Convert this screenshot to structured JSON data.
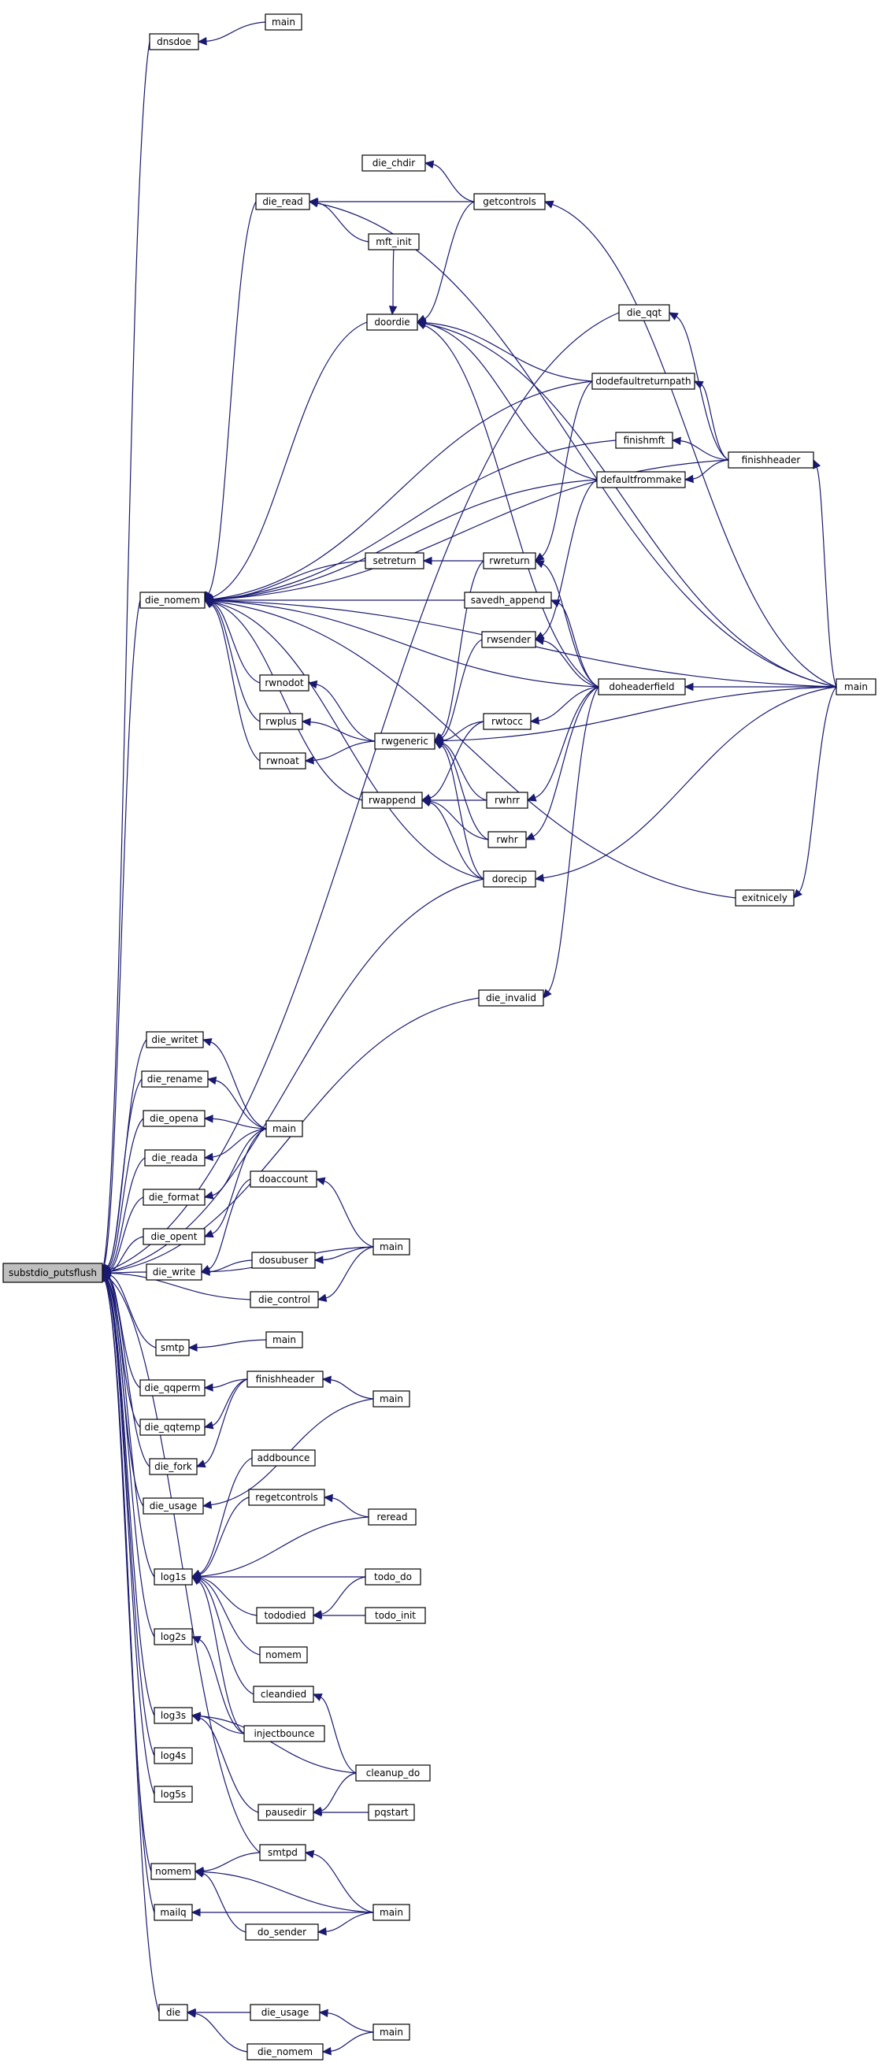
{
  "graph": {
    "nodes": [
      {
        "id": "root",
        "label": "substdio_putsflush",
        "root": true
      },
      {
        "id": "n_dnsdoe",
        "label": "dnsdoe"
      },
      {
        "id": "n_main_dns",
        "label": "main"
      },
      {
        "id": "n_die_chdir",
        "label": "die_chdir"
      },
      {
        "id": "n_die_read",
        "label": "die_read"
      },
      {
        "id": "n_getcontrols",
        "label": "getcontrols"
      },
      {
        "id": "n_mft_init",
        "label": "mft_init"
      },
      {
        "id": "n_doordie",
        "label": "doordie"
      },
      {
        "id": "n_die_qqt",
        "label": "die_qqt"
      },
      {
        "id": "n_dodefaultreturnpath",
        "label": "dodefaultreturnpath"
      },
      {
        "id": "n_finishmft",
        "label": "finishmft"
      },
      {
        "id": "n_defaultfrommake",
        "label": "defaultfrommake"
      },
      {
        "id": "n_finishheader_top",
        "label": "finishheader"
      },
      {
        "id": "n_setreturn",
        "label": "setreturn"
      },
      {
        "id": "n_rwreturn",
        "label": "rwreturn"
      },
      {
        "id": "n_die_nomem",
        "label": "die_nomem"
      },
      {
        "id": "n_savedh_append",
        "label": "savedh_append"
      },
      {
        "id": "n_rwsender",
        "label": "rwsender"
      },
      {
        "id": "n_rwnodot",
        "label": "rwnodot"
      },
      {
        "id": "n_doheaderfield",
        "label": "doheaderfield"
      },
      {
        "id": "n_main_big",
        "label": "main"
      },
      {
        "id": "n_rwplus",
        "label": "rwplus"
      },
      {
        "id": "n_rwgeneric",
        "label": "rwgeneric"
      },
      {
        "id": "n_rwtocc",
        "label": "rwtocc"
      },
      {
        "id": "n_rwnoat",
        "label": "rwnoat"
      },
      {
        "id": "n_rwappend",
        "label": "rwappend"
      },
      {
        "id": "n_rwhrr",
        "label": "rwhrr"
      },
      {
        "id": "n_rwhr",
        "label": "rwhr"
      },
      {
        "id": "n_dorecip",
        "label": "dorecip"
      },
      {
        "id": "n_exitnicely",
        "label": "exitnicely"
      },
      {
        "id": "n_die_invalid",
        "label": "die_invalid"
      },
      {
        "id": "n_die_write",
        "label": "die_writet"
      },
      {
        "id": "n_die_rename",
        "label": "die_rename"
      },
      {
        "id": "n_die_opena",
        "label": "die_opena"
      },
      {
        "id": "n_main_die",
        "label": "main"
      },
      {
        "id": "n_die_reada",
        "label": "die_reada"
      },
      {
        "id": "n_die_format",
        "label": "die_format"
      },
      {
        "id": "n_doaccount",
        "label": "doaccount"
      },
      {
        "id": "n_die_opent",
        "label": "die_opent"
      },
      {
        "id": "n_main_acct",
        "label": "main"
      },
      {
        "id": "n_die_write2",
        "label": "die_write"
      },
      {
        "id": "n_dosubuser",
        "label": "dosubuser"
      },
      {
        "id": "n_die_control",
        "label": "die_control"
      },
      {
        "id": "n_smtp",
        "label": "smtp"
      },
      {
        "id": "n_main_smtp",
        "label": "main"
      },
      {
        "id": "n_die_qqperm",
        "label": "die_qqperm"
      },
      {
        "id": "n_finishheader_b",
        "label": "finishheader"
      },
      {
        "id": "n_main_fh",
        "label": "main"
      },
      {
        "id": "n_die_qqtemp",
        "label": "die_qqtemp"
      },
      {
        "id": "n_die_fork",
        "label": "die_fork"
      },
      {
        "id": "n_addbounce",
        "label": "addbounce"
      },
      {
        "id": "n_die_usage",
        "label": "die_usage"
      },
      {
        "id": "n_regetcontrols",
        "label": "regetcontrols"
      },
      {
        "id": "n_reread",
        "label": "reread"
      },
      {
        "id": "n_log1s",
        "label": "log1s"
      },
      {
        "id": "n_todo_do",
        "label": "todo_do"
      },
      {
        "id": "n_tododied",
        "label": "tododied"
      },
      {
        "id": "n_todo_init",
        "label": "todo_init"
      },
      {
        "id": "n_log2s",
        "label": "log2s"
      },
      {
        "id": "n_nomem_n",
        "label": "nomem"
      },
      {
        "id": "n_cleandied",
        "label": "cleandied"
      },
      {
        "id": "n_log3s",
        "label": "log3s"
      },
      {
        "id": "n_injectbounce",
        "label": "injectbounce"
      },
      {
        "id": "n_cleanup_do",
        "label": "cleanup_do"
      },
      {
        "id": "n_log4s",
        "label": "log4s"
      },
      {
        "id": "n_pausedir",
        "label": "pausedir"
      },
      {
        "id": "n_pqstart",
        "label": "pqstart"
      },
      {
        "id": "n_log5s",
        "label": "log5s"
      },
      {
        "id": "n_smtpd",
        "label": "smtpd"
      },
      {
        "id": "n_nomem",
        "label": "nomem"
      },
      {
        "id": "n_main_sm",
        "label": "main"
      },
      {
        "id": "n_mailq",
        "label": "mailq"
      },
      {
        "id": "n_do_sender",
        "label": "do_sender"
      },
      {
        "id": "n_die",
        "label": "die"
      },
      {
        "id": "n_die_usage2",
        "label": "die_usage"
      },
      {
        "id": "n_main_last",
        "label": "main"
      },
      {
        "id": "n_die_nomem2",
        "label": "die_nomem"
      }
    ],
    "edges": [
      [
        "root",
        "n_dnsdoe"
      ],
      [
        "n_dnsdoe",
        "n_main_dns"
      ],
      [
        "root",
        "n_die_nomem"
      ],
      [
        "n_die_nomem",
        "n_die_read"
      ],
      [
        "n_die_read",
        "n_getcontrols"
      ],
      [
        "n_die_read",
        "n_mft_init"
      ],
      [
        "n_die_chdir",
        "n_getcontrols"
      ],
      [
        "n_die_nomem",
        "n_doordie"
      ],
      [
        "n_doordie",
        "n_getcontrols"
      ],
      [
        "n_doordie",
        "n_mft_init"
      ],
      [
        "n_doordie",
        "n_dodefaultreturnpath"
      ],
      [
        "n_doordie",
        "n_defaultfrommake"
      ],
      [
        "n_doordie",
        "n_doheaderfield"
      ],
      [
        "n_doordie",
        "n_main_big"
      ],
      [
        "root",
        "n_die_qqt"
      ],
      [
        "n_die_qqt",
        "n_finishheader_top"
      ],
      [
        "n_die_nomem",
        "n_dodefaultreturnpath"
      ],
      [
        "n_dodefaultreturnpath",
        "n_finishheader_top"
      ],
      [
        "n_die_nomem",
        "n_finishmft"
      ],
      [
        "n_finishmft",
        "n_finishheader_top"
      ],
      [
        "n_die_nomem",
        "n_defaultfrommake"
      ],
      [
        "n_defaultfrommake",
        "n_finishheader_top"
      ],
      [
        "n_die_nomem",
        "n_finishheader_top"
      ],
      [
        "n_finishheader_top",
        "n_main_big"
      ],
      [
        "n_getcontrols",
        "n_main_big"
      ],
      [
        "n_die_read",
        "n_main_big"
      ],
      [
        "n_die_nomem",
        "n_setreturn"
      ],
      [
        "n_setreturn",
        "n_rwreturn"
      ],
      [
        "n_rwreturn",
        "n_dodefaultreturnpath"
      ],
      [
        "n_rwreturn",
        "n_doheaderfield"
      ],
      [
        "n_die_nomem",
        "n_savedh_append"
      ],
      [
        "n_savedh_append",
        "n_doheaderfield"
      ],
      [
        "n_rwsender",
        "n_defaultfrommake"
      ],
      [
        "n_rwsender",
        "n_doheaderfield"
      ],
      [
        "n_die_nomem",
        "n_doheaderfield"
      ],
      [
        "n_doheaderfield",
        "n_main_big"
      ],
      [
        "n_die_nomem",
        "n_rwnodot"
      ],
      [
        "n_rwnodot",
        "n_rwgeneric"
      ],
      [
        "n_die_nomem",
        "n_rwplus"
      ],
      [
        "n_rwplus",
        "n_rwgeneric"
      ],
      [
        "n_die_nomem",
        "n_rwnoat"
      ],
      [
        "n_rwnoat",
        "n_rwgeneric"
      ],
      [
        "n_rwgeneric",
        "n_rwreturn"
      ],
      [
        "n_rwgeneric",
        "n_rwsender"
      ],
      [
        "n_rwgeneric",
        "n_rwtocc"
      ],
      [
        "n_rwgeneric",
        "n_rwhrr"
      ],
      [
        "n_rwgeneric",
        "n_rwhr"
      ],
      [
        "n_rwgeneric",
        "n_dorecip"
      ],
      [
        "n_rwgeneric",
        "n_main_big"
      ],
      [
        "n_rwtocc",
        "n_doheaderfield"
      ],
      [
        "n_die_nomem",
        "n_rwappend"
      ],
      [
        "n_rwappend",
        "n_rwtocc"
      ],
      [
        "n_rwappend",
        "n_rwhrr"
      ],
      [
        "n_rwappend",
        "n_rwhr"
      ],
      [
        "n_rwappend",
        "n_dorecip"
      ],
      [
        "n_rwhrr",
        "n_doheaderfield"
      ],
      [
        "n_rwhr",
        "n_doheaderfield"
      ],
      [
        "n_die_nomem",
        "n_dorecip"
      ],
      [
        "n_dorecip",
        "n_main_big"
      ],
      [
        "n_die_nomem",
        "n_exitnicely"
      ],
      [
        "n_exitnicely",
        "n_main_big"
      ],
      [
        "n_die_nomem",
        "n_main_big"
      ],
      [
        "root",
        "n_dorecip"
      ],
      [
        "root",
        "n_die_invalid"
      ],
      [
        "n_die_invalid",
        "n_doheaderfield"
      ],
      [
        "root",
        "n_die_write"
      ],
      [
        "n_die_write",
        "n_main_die"
      ],
      [
        "root",
        "n_die_rename"
      ],
      [
        "n_die_rename",
        "n_main_die"
      ],
      [
        "root",
        "n_die_opena"
      ],
      [
        "n_die_opena",
        "n_main_die"
      ],
      [
        "root",
        "n_die_reada"
      ],
      [
        "n_die_reada",
        "n_main_die"
      ],
      [
        "root",
        "n_die_format"
      ],
      [
        "n_die_format",
        "n_main_die"
      ],
      [
        "root",
        "n_die_opent"
      ],
      [
        "n_die_opent",
        "n_main_die"
      ],
      [
        "root",
        "n_die_write2"
      ],
      [
        "n_die_write2",
        "n_doaccount"
      ],
      [
        "n_doaccount",
        "n_main_acct"
      ],
      [
        "n_die_write2",
        "n_dosubuser"
      ],
      [
        "n_dosubuser",
        "n_main_acct"
      ],
      [
        "n_die_write2",
        "n_main_acct"
      ],
      [
        "root",
        "n_die_control"
      ],
      [
        "n_die_control",
        "n_main_acct"
      ],
      [
        "root",
        "n_smtp"
      ],
      [
        "n_smtp",
        "n_main_smtp"
      ],
      [
        "root",
        "n_die_qqperm"
      ],
      [
        "n_die_qqperm",
        "n_finishheader_b"
      ],
      [
        "root",
        "n_die_qqtemp"
      ],
      [
        "n_die_qqtemp",
        "n_finishheader_b"
      ],
      [
        "n_finishheader_b",
        "n_main_fh"
      ],
      [
        "root",
        "n_die_fork"
      ],
      [
        "n_die_fork",
        "n_finishheader_b"
      ],
      [
        "root",
        "n_die_usage"
      ],
      [
        "n_die_usage",
        "n_main_fh"
      ],
      [
        "root",
        "n_log1s"
      ],
      [
        "n_log1s",
        "n_addbounce"
      ],
      [
        "n_log1s",
        "n_regetcontrols"
      ],
      [
        "n_log1s",
        "n_reread"
      ],
      [
        "n_regetcontrols",
        "n_reread"
      ],
      [
        "n_log1s",
        "n_todo_do"
      ],
      [
        "n_log1s",
        "n_tododied"
      ],
      [
        "n_tododied",
        "n_todo_do"
      ],
      [
        "n_tododied",
        "n_todo_init"
      ],
      [
        "n_log1s",
        "n_nomem_n"
      ],
      [
        "n_log1s",
        "n_cleandied"
      ],
      [
        "n_log1s",
        "n_injectbounce"
      ],
      [
        "root",
        "n_log2s"
      ],
      [
        "n_log2s",
        "n_injectbounce"
      ],
      [
        "root",
        "n_log3s"
      ],
      [
        "n_log3s",
        "n_injectbounce"
      ],
      [
        "n_log3s",
        "n_cleanup_do"
      ],
      [
        "n_cleandied",
        "n_cleanup_do"
      ],
      [
        "n_log3s",
        "n_pausedir"
      ],
      [
        "n_pausedir",
        "n_cleanup_do"
      ],
      [
        "n_pausedir",
        "n_pqstart"
      ],
      [
        "root",
        "n_log4s"
      ],
      [
        "root",
        "n_log5s"
      ],
      [
        "root",
        "n_smtpd"
      ],
      [
        "root",
        "n_nomem"
      ],
      [
        "n_nomem",
        "n_smtpd"
      ],
      [
        "n_smtpd",
        "n_main_sm"
      ],
      [
        "n_nomem",
        "n_do_sender"
      ],
      [
        "n_nomem",
        "n_main_sm"
      ],
      [
        "n_do_sender",
        "n_main_sm"
      ],
      [
        "root",
        "n_mailq"
      ],
      [
        "n_mailq",
        "n_main_sm"
      ],
      [
        "root",
        "n_die"
      ],
      [
        "n_die",
        "n_die_usage2"
      ],
      [
        "n_die",
        "n_die_nomem2"
      ],
      [
        "n_die_usage2",
        "n_main_last"
      ],
      [
        "n_die_nomem2",
        "n_main_last"
      ]
    ]
  }
}
